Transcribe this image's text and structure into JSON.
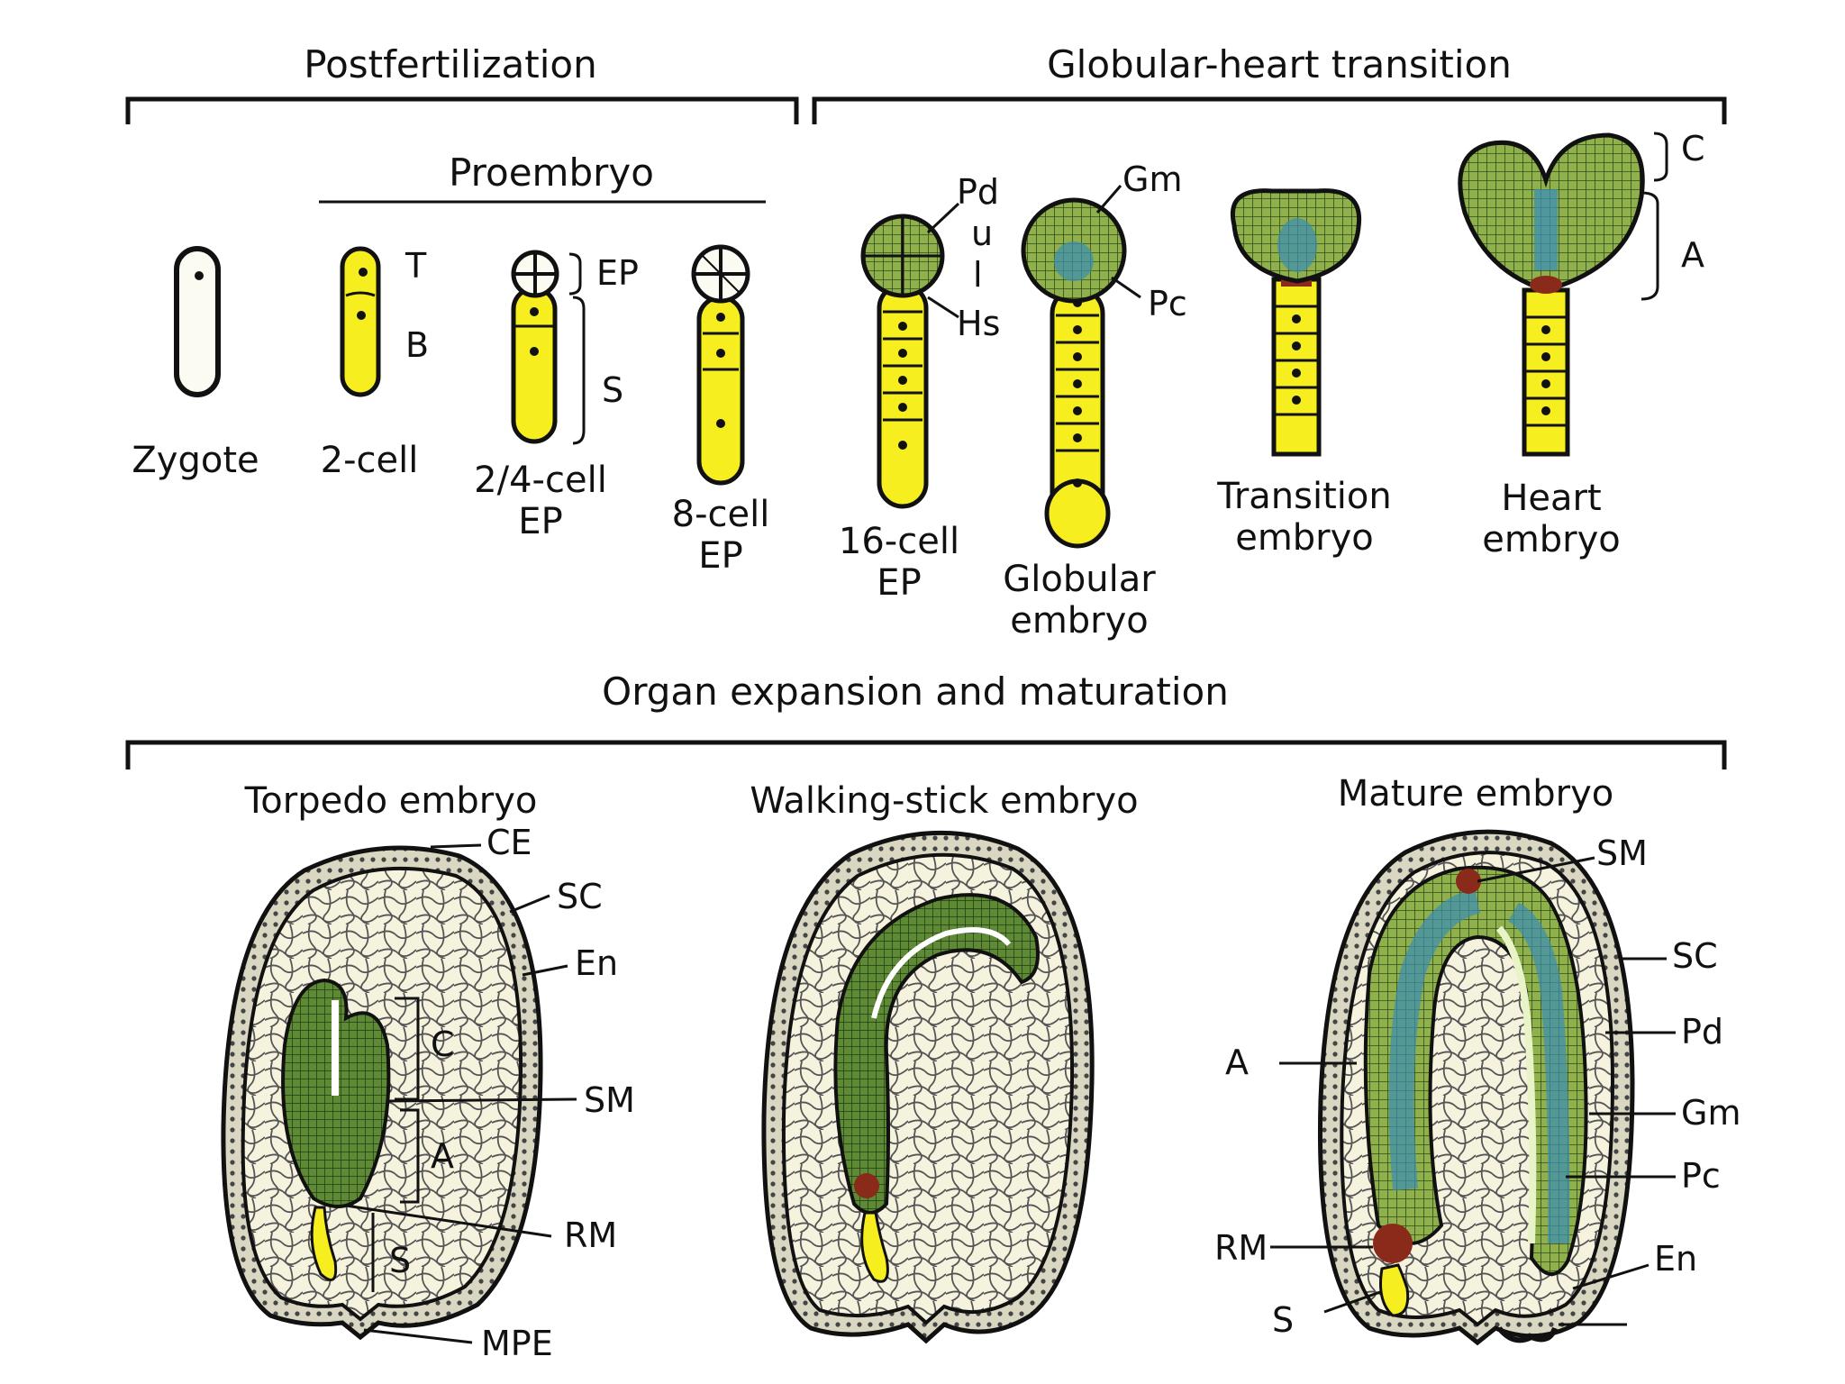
{
  "sections": {
    "postfertilization": "Postfertilization",
    "proembryo": "Proembryo",
    "globular_heart": "Globular-heart transition",
    "organ_expansion": "Organ expansion and maturation"
  },
  "stages": {
    "zygote": "Zygote",
    "two_cell": "2-cell",
    "two_four_cell_1": "2/4-cell",
    "two_four_cell_2": "EP",
    "eight_cell_1": "8-cell",
    "eight_cell_2": "EP",
    "sixteen_cell_1": "16-cell",
    "sixteen_cell_2": "EP",
    "globular_1": "Globular",
    "globular_2": "embryo",
    "transition_1": "Transition",
    "transition_2": "embryo",
    "heart_1": "Heart",
    "heart_2": "embryo",
    "torpedo": "Torpedo embryo",
    "walking_stick": "Walking-stick embryo",
    "mature": "Mature embryo"
  },
  "labels": {
    "T": "T",
    "B": "B",
    "EP": "EP",
    "S": "S",
    "Pd": "Pd",
    "u": "u",
    "l": "l",
    "Hs": "Hs",
    "Gm": "Gm",
    "Pc": "Pc",
    "C": "C",
    "A": "A",
    "CE": "CE",
    "SC": "SC",
    "En": "En",
    "SM": "SM",
    "RM": "RM",
    "MPE": "MPE"
  },
  "colors": {
    "suspensor_yellow": "#f6ee1e",
    "embryo_green": "#4f7a32",
    "vascular_blue": "#3a8fb5",
    "endosperm_cream": "#f4f1dc",
    "meristem_red": "#8a2a1a",
    "ink": "#111111"
  }
}
